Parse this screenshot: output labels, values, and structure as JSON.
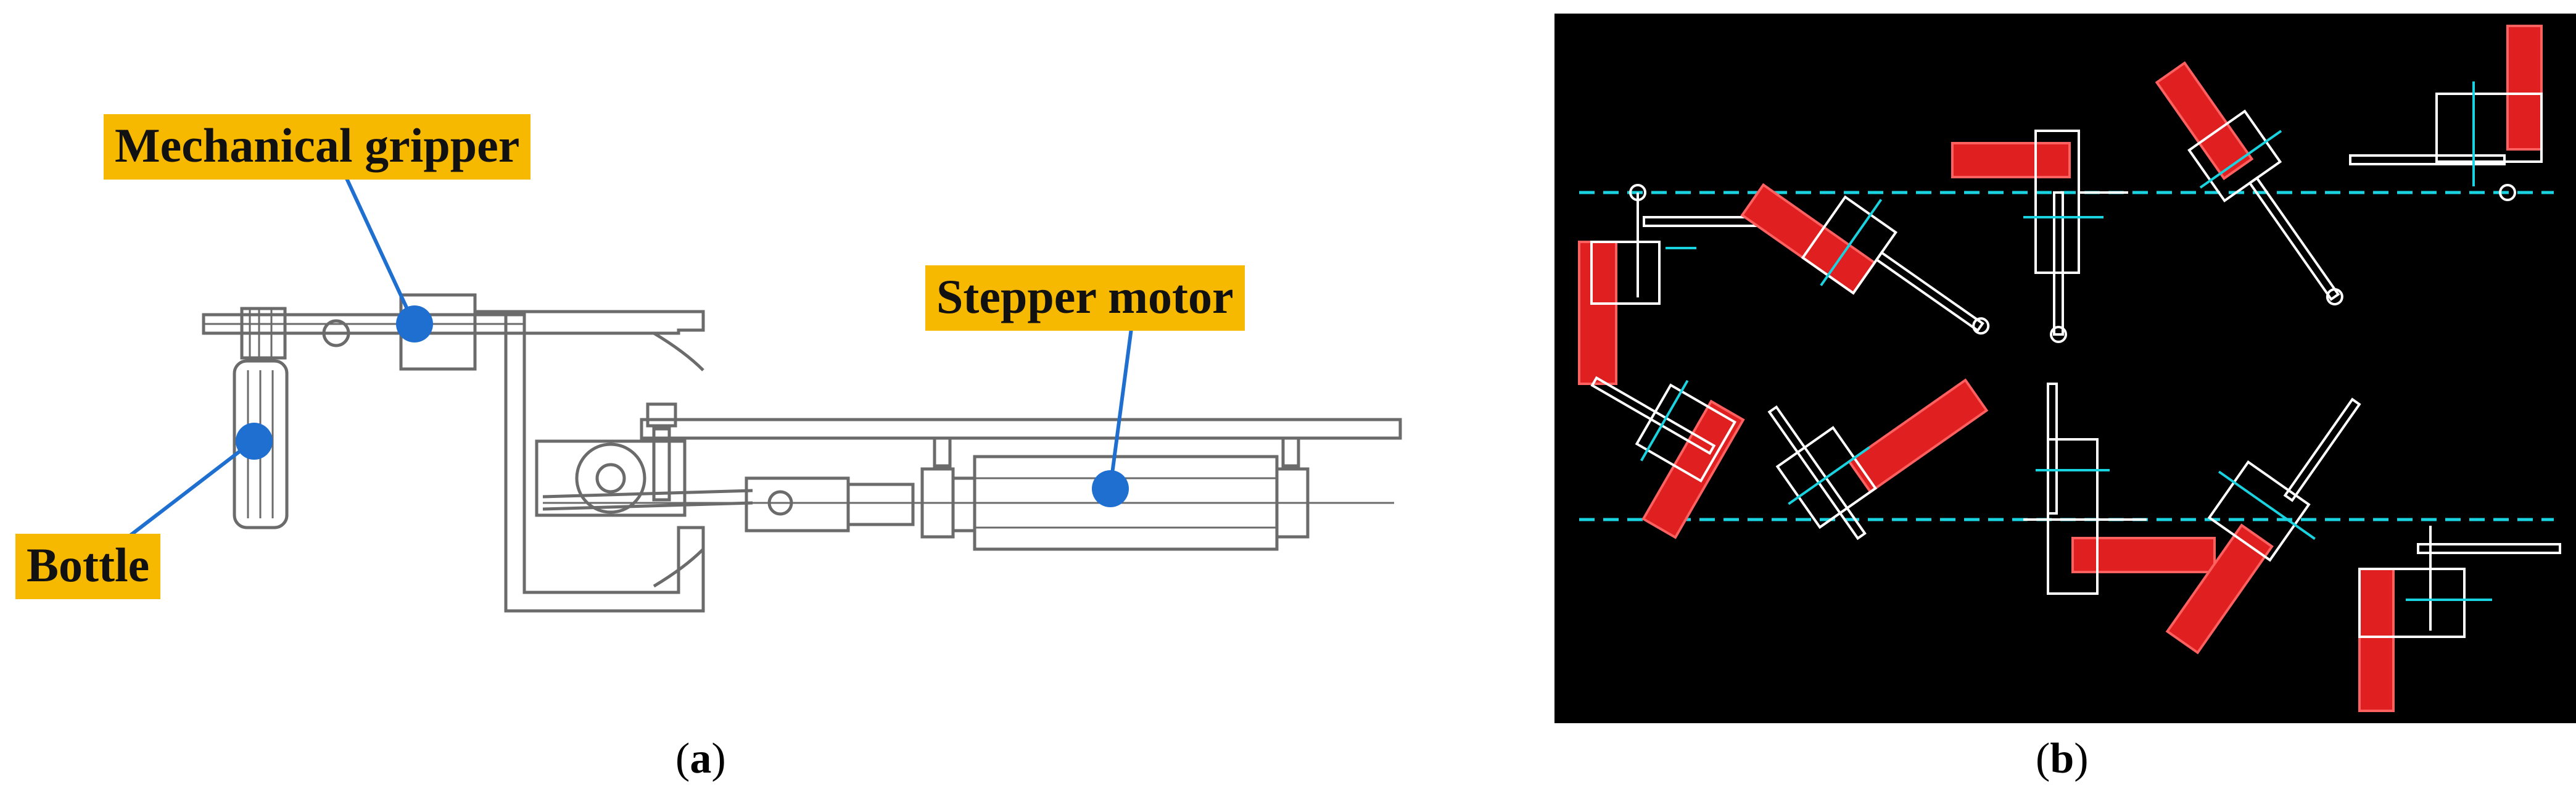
{
  "panel_a": {
    "labels": {
      "gripper": "Mechanical gripper",
      "motor": "Stepper motor",
      "bottle": "Bottle"
    },
    "colors": {
      "callout": "#f7b800",
      "dot": "#1f6fd1",
      "line": "#1f6fd1",
      "drawing": "#6b6b6b"
    }
  },
  "panel_b": {
    "colors": {
      "background": "#000000",
      "outline": "#ffffff",
      "bottle": "#e02020",
      "centerline": "#19d3e0"
    }
  },
  "captions": {
    "a_letter": "a",
    "b_letter": "b"
  }
}
